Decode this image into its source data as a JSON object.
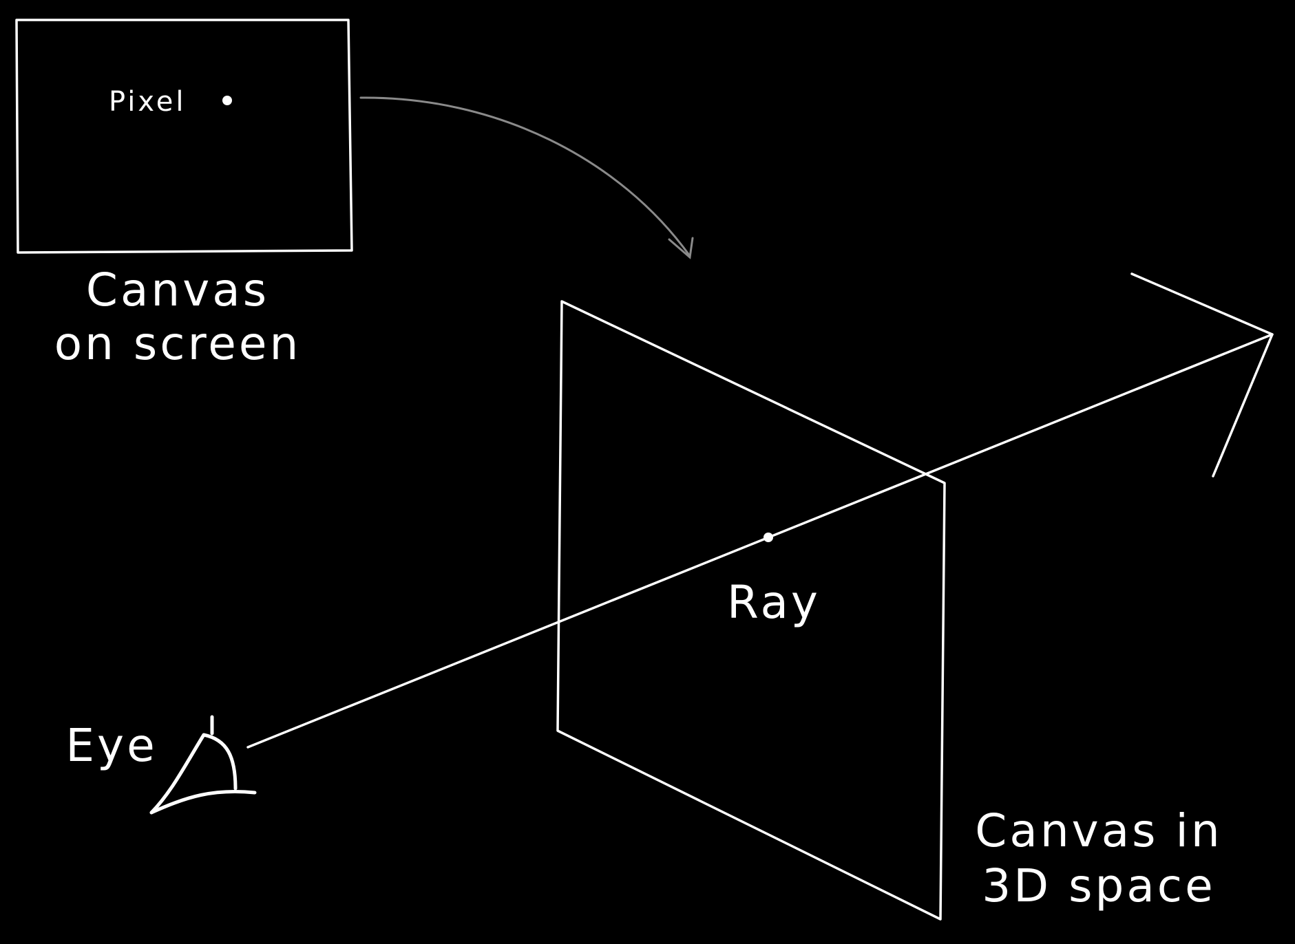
{
  "labels": {
    "pixel": "Pixel",
    "canvas_screen_line1": "Canvas",
    "canvas_screen_line2": "on screen",
    "ray": "Ray",
    "eye": "Eye",
    "canvas_3d_line1": "Canvas in",
    "canvas_3d_line2": "3D space"
  },
  "colors": {
    "background": "#000000",
    "stroke": "#ffffff",
    "mapping_arrow": "#8a8a8a"
  }
}
